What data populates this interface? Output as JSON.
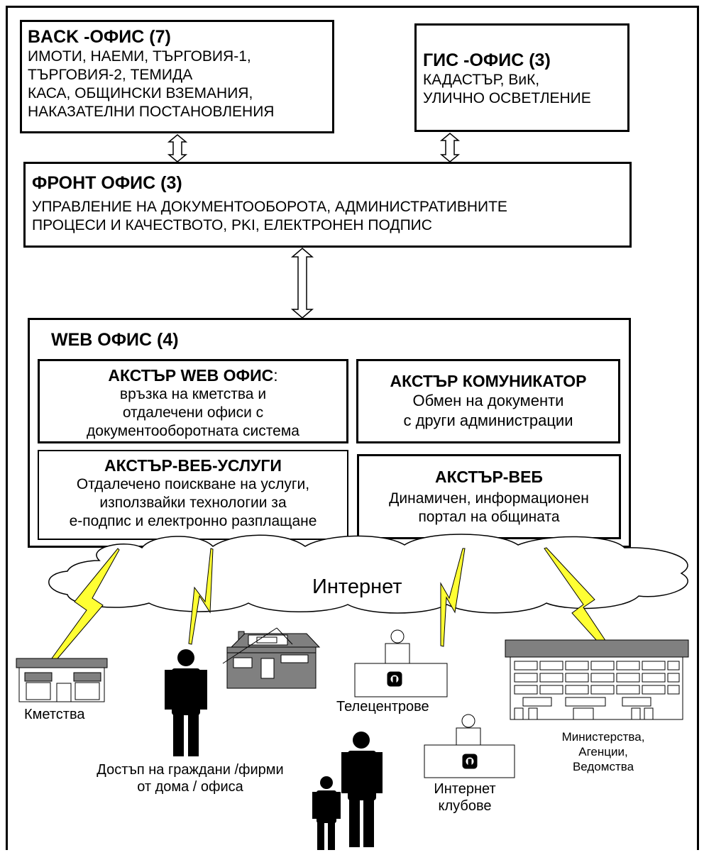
{
  "back_office": {
    "title": "BACK -ОФИС (7)",
    "lines": [
      "ИМОТИ, НАЕМИ, ТЪРГОВИЯ-1,",
      "ТЪРГОВИЯ-2, ТЕМИДА",
      "КАСА,  ОБЩИНСКИ ВЗЕМАНИЯ,",
      "НАКАЗАТЕЛНИ ПОСТАНОВЛЕНИЯ"
    ]
  },
  "gis_office": {
    "title": "ГИС -ОФИС (3)",
    "lines": [
      "КАДАСТЪР, ВиК,",
      "УЛИЧНО ОСВЕТЛЕНИЕ"
    ]
  },
  "front_office": {
    "title": "ФРОНТ ОФИС  (3)",
    "lines": [
      "УПРАВЛЕНИЕ НА ДОКУМЕНТООБОРОТА, АДМИНИСТРАТИВНИТЕ",
      "ПРОЦЕСИ И КАЧЕСТВОТО, PKI, ЕЛЕКТРОНЕН ПОДПИС"
    ]
  },
  "web_office": {
    "title": "WEB ОФИС (4)",
    "modules": [
      {
        "title": "АКСТЪР WEB ОФИС",
        "title_suffix": ":",
        "lines": [
          "връзка на кметства и",
          "отдалечени офиси с",
          "документооборотната система"
        ]
      },
      {
        "title": "АКСТЪР КОМУНИКАТОР",
        "title_suffix": "",
        "lines": [
          "Обмен на документи",
          "с други администрации"
        ]
      },
      {
        "title": "АКСТЪР-ВЕБ-УСЛУГИ",
        "title_suffix": "",
        "lines": [
          "Отдалечено поискване на услуги,",
          "използвайки технологии за",
          "е-подпис и електронно разплащане"
        ]
      },
      {
        "title": "АКСТЪР-ВЕБ",
        "title_suffix": "",
        "lines": [
          "Динамичен, информационен",
          "портал на общината"
        ]
      }
    ]
  },
  "internet": {
    "label": "Интернет"
  },
  "endpoints": {
    "mayoralties": "Кметства",
    "citizens": [
      "Достъп на граждани /фирми",
      "от дома / офиса"
    ],
    "telecenters": "Телецентрове",
    "internet_clubs": [
      "Интернет",
      "клубове"
    ],
    "ministries": [
      "Министерства,",
      "Агенции,",
      "Ведомства"
    ]
  },
  "colors": {
    "lightning": "#ffff33",
    "building_roof": "#808080",
    "cloud": "#ffffff"
  }
}
